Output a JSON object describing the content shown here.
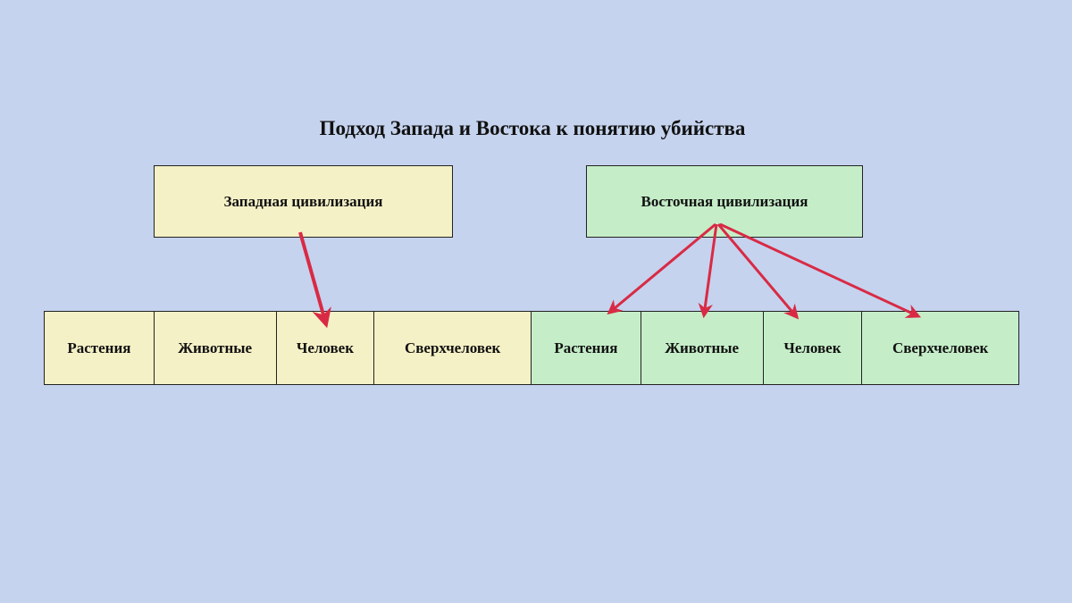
{
  "title": "Подход Запада и Востока к понятию убийства",
  "west": {
    "label": "Западная цивилизация",
    "cells": [
      "Растения",
      "Животные",
      "Человек",
      "Сверхчеловек"
    ]
  },
  "east": {
    "label": "Восточная цивилизация",
    "cells": [
      "Растения",
      "Животные",
      "Человек",
      "Сверхчеловек"
    ]
  },
  "colors": {
    "background": "#c5d3ee",
    "west_fill": "#f5f1c6",
    "east_fill": "#c5eec8",
    "arrow": "#d92a45"
  }
}
